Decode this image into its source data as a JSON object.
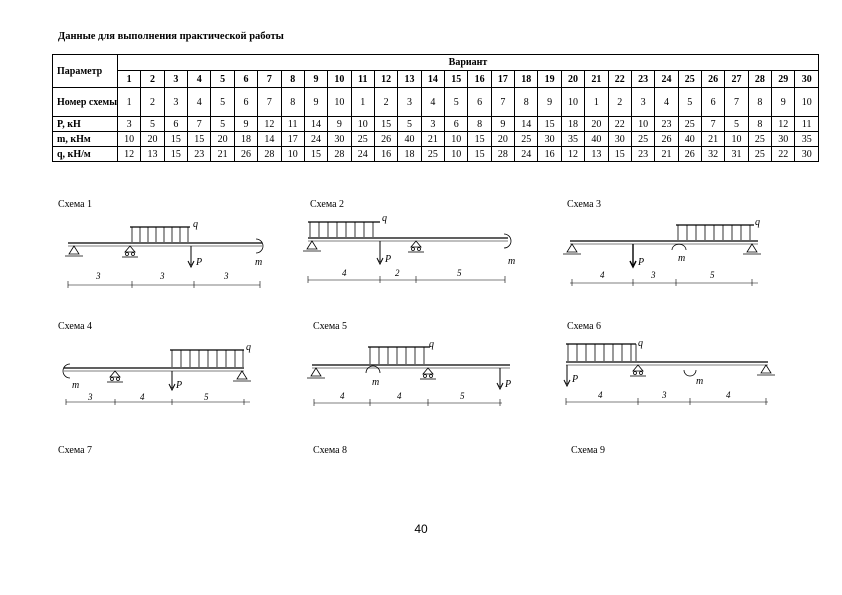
{
  "title": "Данные  для выполнения практической работы",
  "table": {
    "param_header": "Параметр",
    "variant_header": "Вариант",
    "variants": [
      "1",
      "2",
      "3",
      "4",
      "5",
      "6",
      "7",
      "8",
      "9",
      "10",
      "11",
      "12",
      "13",
      "14",
      "15",
      "16",
      "17",
      "18",
      "19",
      "20",
      "21",
      "22",
      "23",
      "24",
      "25",
      "26",
      "27",
      "28",
      "29",
      "30"
    ],
    "rows": [
      {
        "label": "Номер схемы",
        "values": [
          "1",
          "2",
          "3",
          "4",
          "5",
          "6",
          "7",
          "8",
          "9",
          "10",
          "1",
          "2",
          "3",
          "4",
          "5",
          "6",
          "7",
          "8",
          "9",
          "10",
          "1",
          "2",
          "3",
          "4",
          "5",
          "6",
          "7",
          "8",
          "9",
          "10"
        ]
      },
      {
        "label": "P, кН",
        "values": [
          "3",
          "5",
          "6",
          "7",
          "5",
          "9",
          "12",
          "11",
          "14",
          "9",
          "10",
          "15",
          "5",
          "3",
          "6",
          "8",
          "9",
          "14",
          "15",
          "18",
          "20",
          "22",
          "10",
          "23",
          "25",
          "7",
          "5",
          "8",
          "12",
          "11"
        ]
      },
      {
        "label": "m, кНм",
        "values": [
          "10",
          "20",
          "15",
          "15",
          "20",
          "18",
          "14",
          "17",
          "24",
          "30",
          "25",
          "26",
          "40",
          "21",
          "10",
          "15",
          "20",
          "25",
          "30",
          "35",
          "40",
          "30",
          "25",
          "26",
          "40",
          "21",
          "10",
          "25",
          "30",
          "35"
        ]
      },
      {
        "label": "q, кН/м",
        "values": [
          "12",
          "13",
          "15",
          "23",
          "21",
          "26",
          "28",
          "10",
          "15",
          "28",
          "24",
          "16",
          "18",
          "25",
          "10",
          "15",
          "28",
          "24",
          "16",
          "12",
          "13",
          "15",
          "23",
          "21",
          "26",
          "32",
          "31",
          "25",
          "22",
          "30"
        ]
      }
    ]
  },
  "schemes": [
    {
      "label": "Схема 1",
      "q": "q",
      "P": "P",
      "m": "m",
      "spans": [
        "3",
        "3",
        "3"
      ]
    },
    {
      "label": "Схема 2",
      "q": "q",
      "P": "P",
      "m": "m",
      "spans": [
        "4",
        "2",
        "5"
      ]
    },
    {
      "label": "Схема 3",
      "q": "q",
      "P": "P",
      "m": "m",
      "spans": [
        "4",
        "3",
        "5"
      ]
    },
    {
      "label": "Схема 4",
      "q": "q",
      "P": "P",
      "m": "m",
      "spans": [
        "3",
        "4",
        "5"
      ]
    },
    {
      "label": "Схема 5",
      "q": "q",
      "P": "P",
      "m": "m",
      "spans": [
        "4",
        "4",
        "5"
      ]
    },
    {
      "label": "Схема 6",
      "q": "q",
      "P": "P",
      "m": "m",
      "spans": [
        "4",
        "3",
        "4"
      ]
    },
    {
      "label": "Схема 7"
    },
    {
      "label": "Схема 8"
    },
    {
      "label": "Схема 9"
    }
  ],
  "page_number": "40"
}
